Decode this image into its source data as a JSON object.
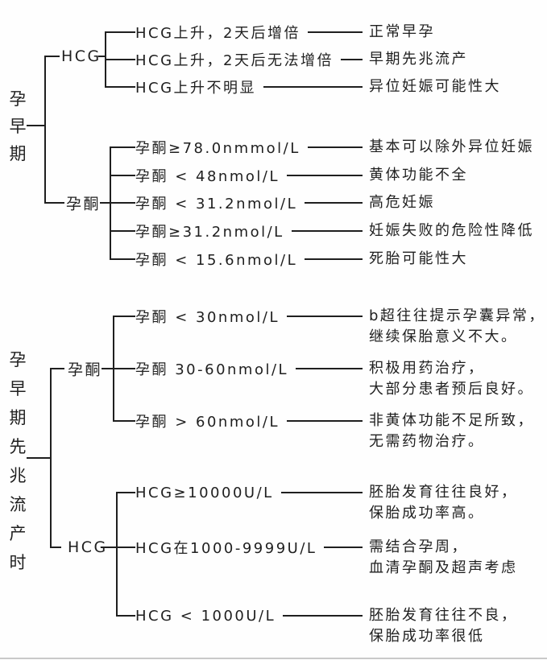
{
  "diagram": {
    "title_implicit": "",
    "ink_color": "#1f1f1f",
    "bottom_rule_color": "#c9c9c9",
    "sections": [
      {
        "root_label": "孕早期",
        "branches": [
          {
            "label": "HCG",
            "children": [
              {
                "condition": "HCG上升，2天后增倍",
                "outcome": "正常早孕"
              },
              {
                "condition": "HCG上升，2天后无法增倍",
                "outcome": "早期先兆流产"
              },
              {
                "condition": "HCG上升不明显",
                "outcome": "异位妊娠可能性大"
              }
            ]
          },
          {
            "label": "孕酮",
            "children": [
              {
                "condition": "孕酮≥78.0nmmol/L",
                "outcome": "基本可以除外异位妊娠"
              },
              {
                "condition": "孕酮 < 48nmol/L",
                "outcome": "黄体功能不全"
              },
              {
                "condition": "孕酮 < 31.2nmol/L",
                "outcome": "高危妊娠"
              },
              {
                "condition": "孕酮≥31.2nmol/L",
                "outcome": "妊娠失败的危险性降低"
              },
              {
                "condition": "孕酮 < 15.6nmol/L",
                "outcome": "死胎可能性大"
              }
            ]
          }
        ]
      },
      {
        "root_label": "孕早期先兆流产时",
        "branches": [
          {
            "label": "孕酮",
            "children": [
              {
                "condition": "孕酮 < 30nmol/L",
                "outcome": "b超往往提示孕囊异常，\n继续保胎意义不大。"
              },
              {
                "condition": "孕酮 30-60nmol/L",
                "outcome": "积极用药治疗，\n大部分患者预后良好。"
              },
              {
                "condition": "孕酮 > 60nmol/L",
                "outcome": "非黄体功能不足所致，\n无需药物治疗。"
              }
            ]
          },
          {
            "label": "HCG",
            "children": [
              {
                "condition": "HCG≥10000U/L",
                "outcome": "胚胎发育往往良好，\n保胎成功率高。"
              },
              {
                "condition": "HCG在1000-9999U/L",
                "outcome": "需结合孕周，\n血清孕酮及超声考虑"
              },
              {
                "condition": "HCG < 1000U/L",
                "outcome": "胚胎发育往往不良，\n保胎成功率很低"
              }
            ]
          }
        ]
      }
    ]
  }
}
